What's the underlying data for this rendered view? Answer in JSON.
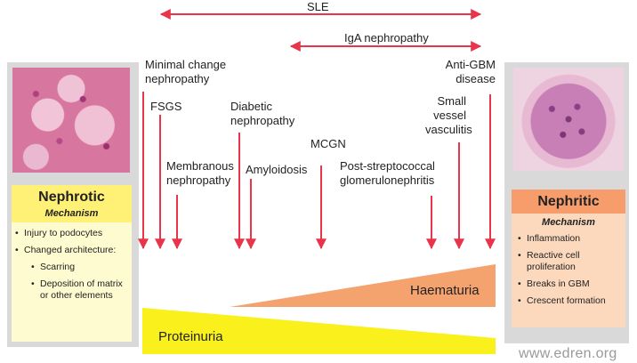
{
  "top_ranges": {
    "sle": "SLE",
    "iga": "IgA nephropathy"
  },
  "diseases": {
    "minimal_change": "Minimal change\nnephropathy",
    "fsgs": "FSGS",
    "membranous": "Membranous\nnephropathy",
    "diabetic": "Diabetic\nnephropathy",
    "amyloidosis": "Amyloidosis",
    "mcgn": "MCGN",
    "post_strep": "Post-streptococcal\nglomerulonephritis",
    "small_vessel": "Small\nvessel\nvasculitis",
    "anti_gbm": "Anti-GBM\ndisease"
  },
  "nephrotic": {
    "title": "Nephrotic",
    "subtitle": "Mechanism",
    "items": [
      "Injury to podocytes",
      "Changed architecture:",
      "Scarring",
      "Deposition of matrix or other elements"
    ]
  },
  "nephritic": {
    "title": "Nephritic",
    "subtitle": "Mechanism",
    "items": [
      "Inflammation",
      "Reactive cell proliferation",
      "Breaks in GBM",
      "Crescent formation"
    ]
  },
  "wedges": {
    "haematuria": "Haematuria",
    "proteinuria": "Proteinuria"
  },
  "watermark": "www.edren.org",
  "colors": {
    "arrow_red": "#e8354a",
    "nephrotic_header": "#fff176",
    "nephrotic_body": "#fffbd0",
    "nephritic_header": "#f79d6b",
    "nephritic_body": "#fcd9bd",
    "haematuria_wedge": "#f4a36f",
    "proteinuria_wedge": "#f9f01c",
    "panel_grey": "#d9d9d9"
  }
}
